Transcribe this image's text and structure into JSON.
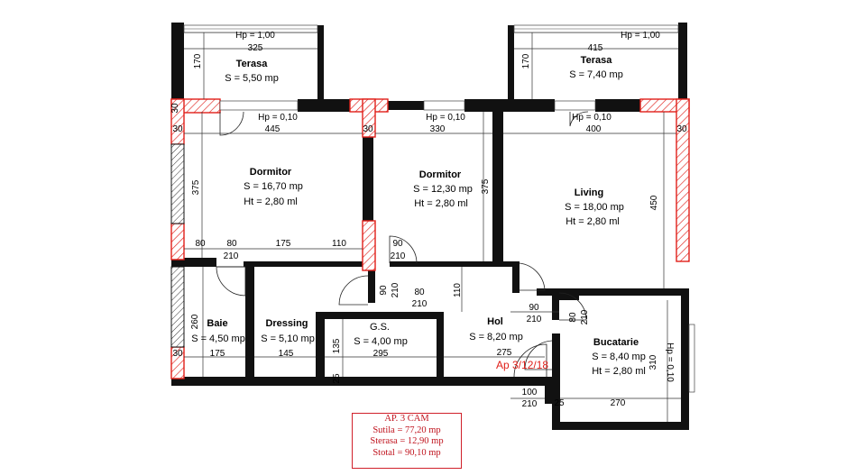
{
  "rooms": {
    "terasa_left": {
      "name": "Terasa",
      "area": "S = 5,50 mp",
      "hp": "Hp = 1,00",
      "dim_w": "325",
      "dim_h": "170"
    },
    "terasa_right": {
      "name": "Terasa",
      "area": "S = 7,40 mp",
      "hp": "Hp = 1,00",
      "dim_w": "415",
      "dim_h": "170"
    },
    "dormitor1": {
      "name": "Dormitor",
      "area": "S = 16,70 mp",
      "ht": "Ht = 2,80 ml",
      "hp": "Hp = 0,10",
      "dim_w": "445",
      "dim_h": "375"
    },
    "dormitor2": {
      "name": "Dormitor",
      "area": "S = 12,30 mp",
      "ht": "Ht = 2,80 ml",
      "hp": "Hp = 0,10",
      "dim_w": "330",
      "dim_h": "375"
    },
    "living": {
      "name": "Living",
      "area": "S = 18,00 mp",
      "ht": "Ht = 2,80 ml",
      "hp": "Hp = 0,10",
      "dim_w": "400",
      "dim_h": "450"
    },
    "baie": {
      "name": "Baie",
      "area": "S = 4,50 mp",
      "dim_w": "175",
      "dim_h": "260"
    },
    "dressing": {
      "name": "Dressing",
      "area": "S = 5,10 mp",
      "dim_w": "145"
    },
    "gs": {
      "name": "G.S.",
      "area": "S = 4,00 mp",
      "dim_w": "295",
      "dim_h": "135"
    },
    "hol": {
      "name": "Hol",
      "area": "S = 8,20 mp",
      "dim_w": "275"
    },
    "bucatarie": {
      "name": "Bucatarie",
      "area": "S = 8,40 mp",
      "ht": "Ht = 2,80 ml",
      "hp": "Hp = 0,10",
      "dim_w": "270",
      "dim_h": "310"
    }
  },
  "dimensions": {
    "d80a": "80",
    "d80b": "80",
    "d175": "175",
    "d110a": "110",
    "d210a": "210",
    "d90a": "90",
    "d210b": "210",
    "d90b": "90",
    "d210c": "210",
    "d80c": "80",
    "d210d": "210",
    "d110b": "110",
    "d90c": "90",
    "d210e": "210",
    "d80d": "80",
    "d210f": "210",
    "d100": "100",
    "d210g": "210",
    "d25a": "25",
    "d25b": "25",
    "d30a": "30",
    "d30b": "30",
    "d30c": "30",
    "d30d": "30",
    "d30e": "30"
  },
  "stamp": "Ap 3/12/18",
  "summary": {
    "title": "AP. 3 CAM",
    "sutila": "Sutila = 77,20 mp",
    "sterasa": "Sterasa = 12,90 mp",
    "stotal": "Stotal = 90,10 mp"
  },
  "colors": {
    "wall": "#111111",
    "hatch": "#e0201a",
    "summary_text": "#c0141e"
  }
}
